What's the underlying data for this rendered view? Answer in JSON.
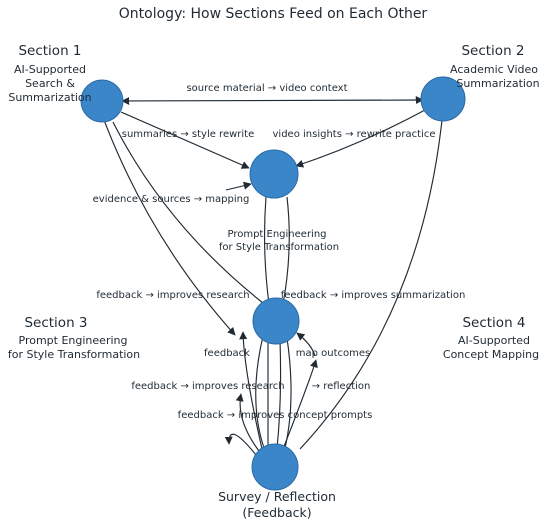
{
  "title": "Ontology: How Sections Feed on Each Other",
  "colors": {
    "node_fill": "#3a86c8",
    "node_stroke": "#2b6aa8",
    "edge": "#1f2a33",
    "text": "#1f2a33"
  },
  "sections": [
    {
      "heading": "Section 1",
      "lines": [
        "AI-Supported",
        "Search &",
        "Summarization"
      ]
    },
    {
      "heading": "Section 2",
      "lines": [
        "Academic Video",
        "Summarization"
      ]
    },
    {
      "heading": "Section 3",
      "lines": [
        "Prompt Engineering",
        "for Style Transformation"
      ]
    },
    {
      "heading": "Section 4",
      "lines": [
        "AI-Supported",
        "Concept Mapping"
      ]
    }
  ],
  "node_labels": {
    "style_node": [
      "Prompt Engineering",
      "for Style Transformation"
    ],
    "survey_node": [
      "Survey / Reflection",
      "(Feedback)"
    ]
  },
  "edge_labels": {
    "source_to_video": "source material → video context",
    "summaries_style": "summaries → style rewrite",
    "video_insights": "video insights → rewrite practice",
    "evidence_mapping": "evidence & sources → mapping",
    "feedback_research_top": "feedback → improves research",
    "feedback_summarization": "feedback → improves summarization",
    "feedback": "feedback",
    "map_outcomes": "map outcomes",
    "feedback_research_bottom": "feedback → improves research",
    "reflection": "→ reflection",
    "feedback_concept": "feedback → improves concept prompts"
  }
}
